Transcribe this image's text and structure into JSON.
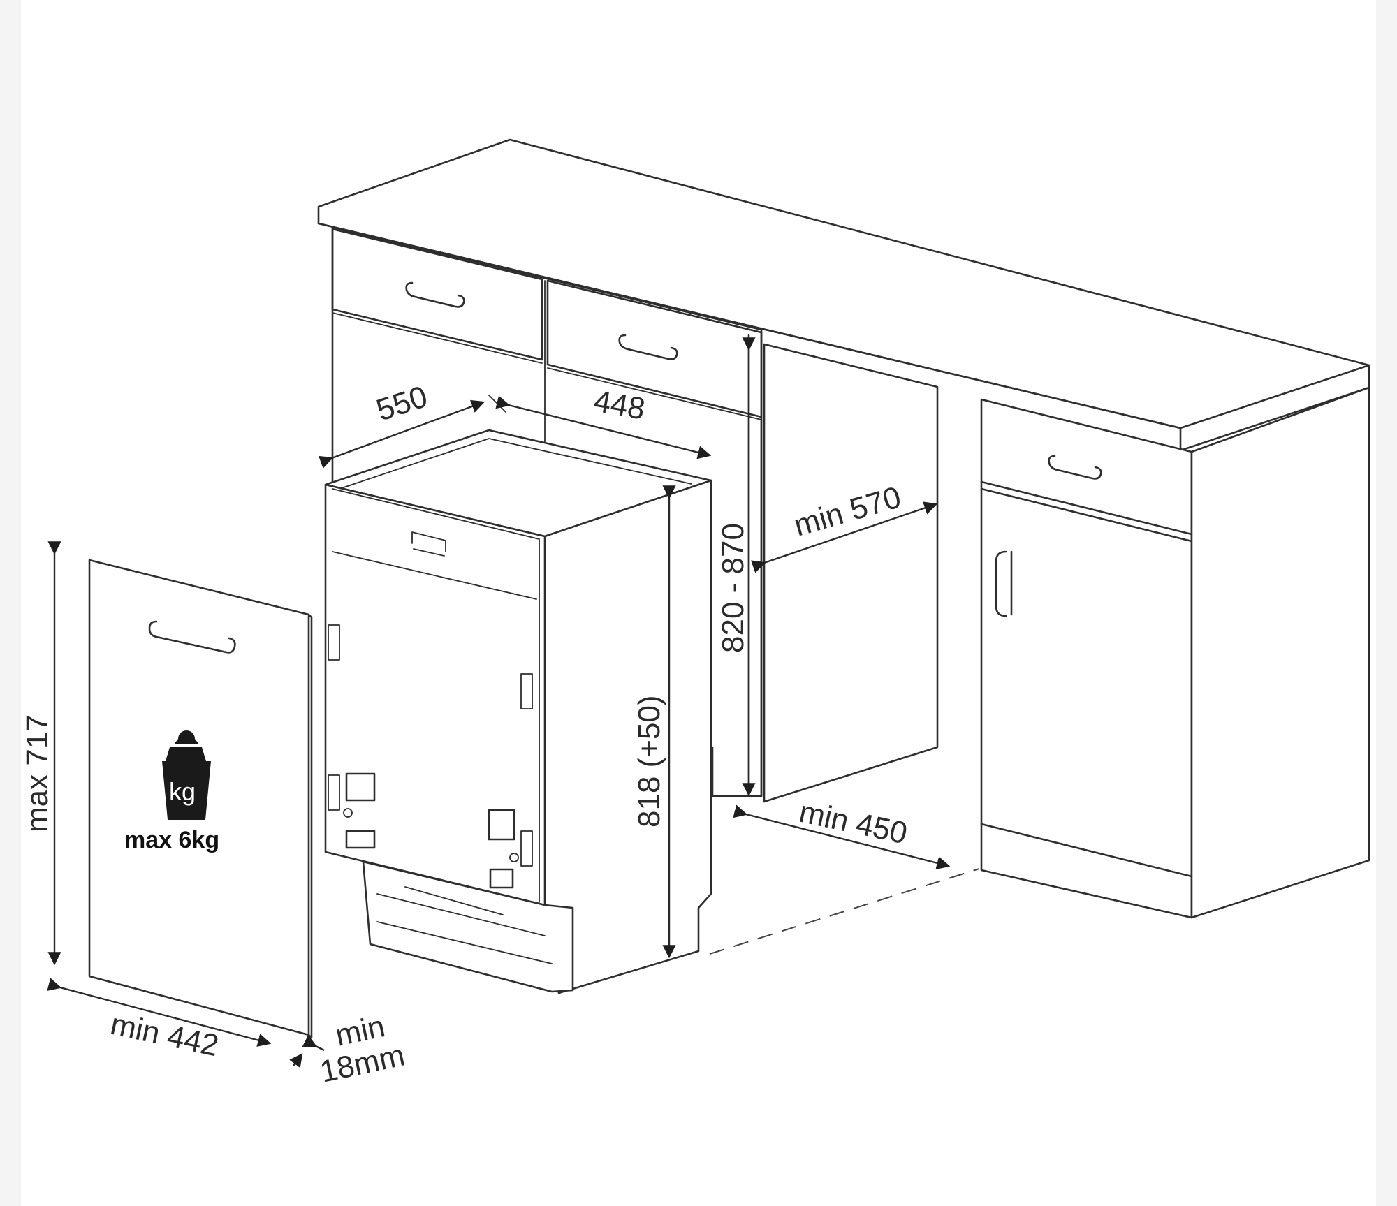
{
  "labels": {
    "cabinet_depth": "550",
    "appliance_width": "448",
    "cabinet_height": "820 - 870",
    "niche_depth": "min 570",
    "appliance_height": "818 (+50)",
    "niche_width": "min 450",
    "panel_height": "max 717",
    "panel_width": "min 442",
    "panel_thickness_line1": "min",
    "panel_thickness_line2": "18mm",
    "panel_weight": "max 6kg",
    "weight_icon_text": "kg"
  },
  "icons": [
    "kg-weight-icon",
    "drawer-handle-icon",
    "door-handle-icon"
  ]
}
